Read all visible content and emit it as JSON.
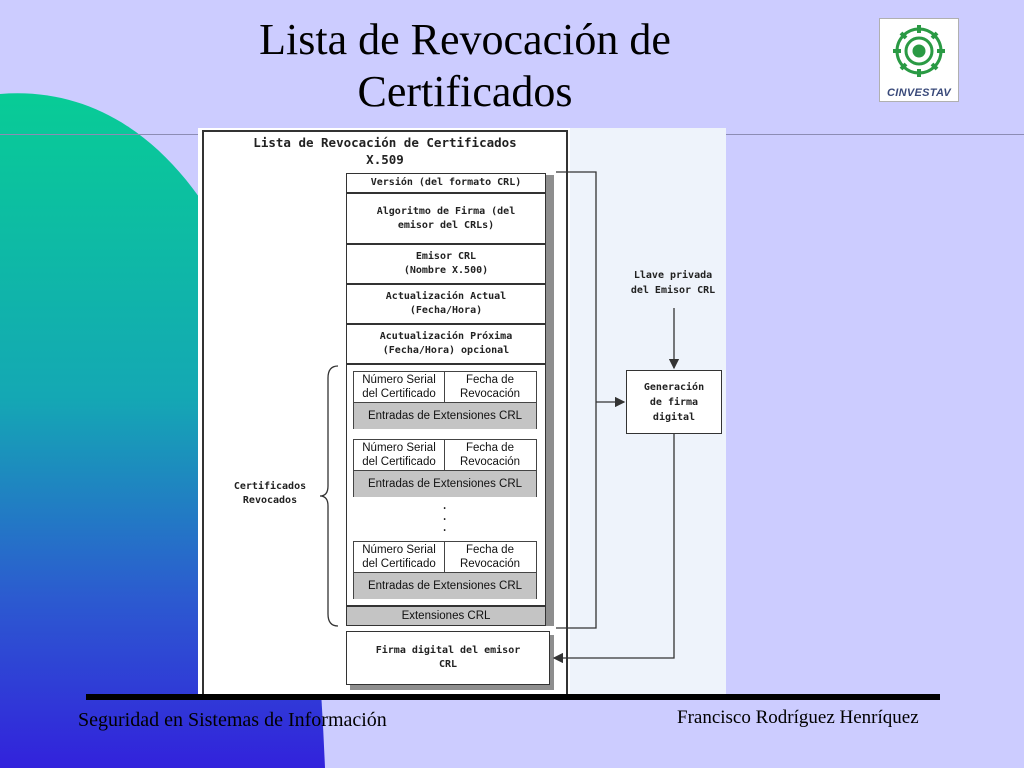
{
  "slide": {
    "title": "Lista de Revocación de Certificados",
    "logo_text": "CINVESTAV",
    "footer_left": "Seguridad en Sistemas de Información",
    "footer_right": "Francisco Rodríguez Henríquez"
  },
  "diagram": {
    "title_line1": "Lista de Revocación de Certificados",
    "title_line2": "X.509",
    "fields": [
      "Versión (del formato CRL)",
      "Algoritmo de Firma (del\nemisor del CRLs)",
      "Emisor CRL\n(Nombre X.500)",
      "Actualización Actual\n(Fecha/Hora)",
      "Acutualización Próxima\n(Fecha/Hora) opcional"
    ],
    "entries": [
      {
        "serial": "Número Serial del Certificado",
        "date": "Fecha de Revocación",
        "ext": "Entradas de Extensiones CRL"
      },
      {
        "serial": "Número Serial del Certificado",
        "date": "Fecha de Revocación",
        "ext": "Entradas de Extensiones CRL"
      },
      {
        "serial": "Número Serial del Certificado",
        "date": "Fecha de Revocación",
        "ext": "Entradas de Extensiones CRL"
      }
    ],
    "ellipsis": ".\n.\n.",
    "extensions_crl": "Extensiones CRL",
    "signature_box": "Firma digital del emisor\nCRL",
    "revoked_label": "Certificados\nRevocados",
    "private_key_label": "Llave privada\ndel Emisor CRL",
    "generation_box": "Generación\nde firma\ndigital"
  }
}
